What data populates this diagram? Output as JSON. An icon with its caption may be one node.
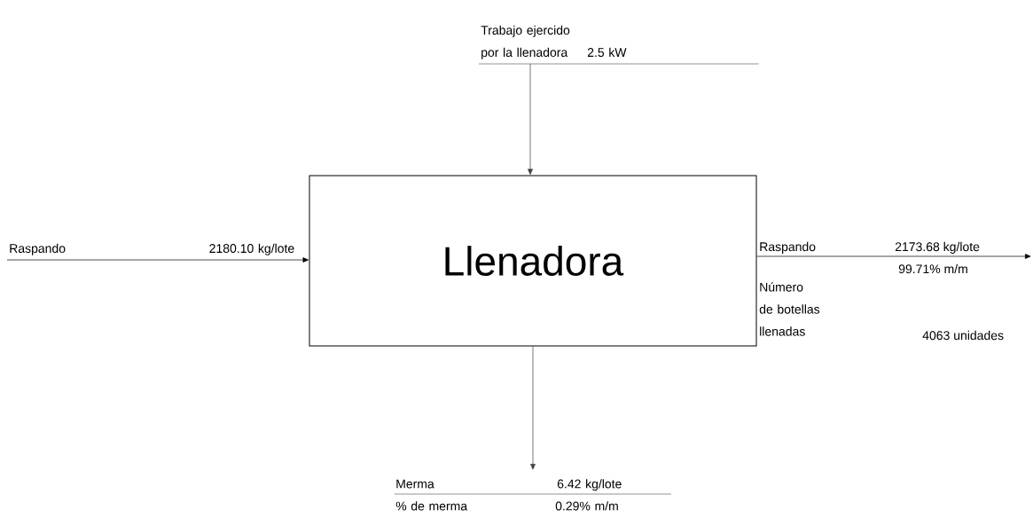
{
  "diagram": {
    "nodes": [
      {
        "text": [
          "Llenadora"
        ]
      },
      {
        "text": [
          "Trabajo ejercido por la llenadora",
          "2.5 kW"
        ]
      },
      {
        "text": [
          "Raspando",
          "2180.10 kg/lote"
        ]
      },
      {
        "text": [
          "Merma",
          "6.42 kg/lote",
          "% de merma",
          "0.29% m/m"
        ]
      }
    ],
    "edges": [
      {
        "from": 1,
        "to": 0,
        "arrow": "to"
      },
      {
        "from": 2,
        "to": 0,
        "arrow": "to"
      },
      {
        "from": 0,
        "to": null,
        "arrow": "to"
      },
      {
        "from": 0,
        "to": 3,
        "arrow": "to"
      }
    ],
    "labels": [
      "Raspando",
      "2173.68 kg/lote",
      "99.71% m/m",
      "Número de botellas llenadas",
      "4063 unidades"
    ]
  }
}
